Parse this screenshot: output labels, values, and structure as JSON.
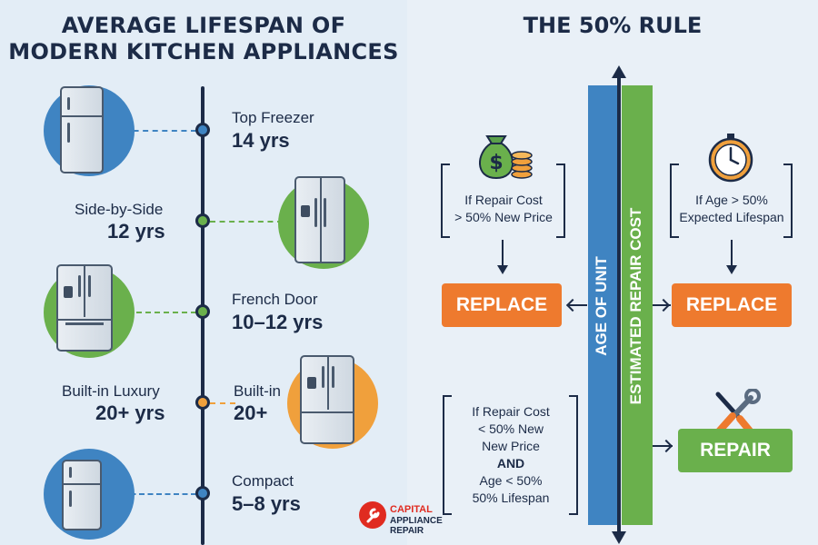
{
  "left": {
    "title_line1": "AVERAGE LIFESPAN OF",
    "title_line2": "MODERN KITCHEN APPLIANCES",
    "items": [
      {
        "name": "Top Freezer",
        "years": "14 yrs",
        "dot_color": "#3f84c2"
      },
      {
        "name": "Side-by-Side",
        "years": "12 yrs",
        "dot_color": "#6ab04c"
      },
      {
        "name": "French Door",
        "years": "10–12 yrs",
        "dot_color": "#6ab04c"
      },
      {
        "name": "Built-in Luxury",
        "years": "20+ yrs",
        "dot_color": "#f0a03c"
      },
      {
        "name": "Built-in",
        "years": "20+",
        "dot_color": "#f0a03c"
      },
      {
        "name": "Compact",
        "years": "5–8 yrs",
        "dot_color": "#3f84c2"
      }
    ]
  },
  "right": {
    "title": "THE 50% RULE",
    "axis_blue": "AGE OF UNIT",
    "axis_green": "ESTIMATED REPAIR COST",
    "cond_cost_l1": "If Repair Cost",
    "cond_cost_l2": "> 50% New Price",
    "cond_age_l1": "If Age > 50%",
    "cond_age_l2": "Expected Lifespan",
    "replace_left": "REPLACE",
    "replace_right": "REPLACE",
    "repair_l1": "If Repair Cost",
    "repair_l2": "< 50% New",
    "repair_l3": "New Price",
    "repair_and": "AND",
    "repair_l4": "Age < 50%",
    "repair_l5": "50% Lifespan",
    "repair_btn": "REPAIR"
  },
  "logo": {
    "line1": "CAPITAL",
    "line2": "APPLIANCE REPAIR"
  },
  "colors": {
    "blue": "#3f84c2",
    "green": "#6ab04c",
    "orange": "#ee7a2e",
    "navy": "#1c2b47"
  }
}
